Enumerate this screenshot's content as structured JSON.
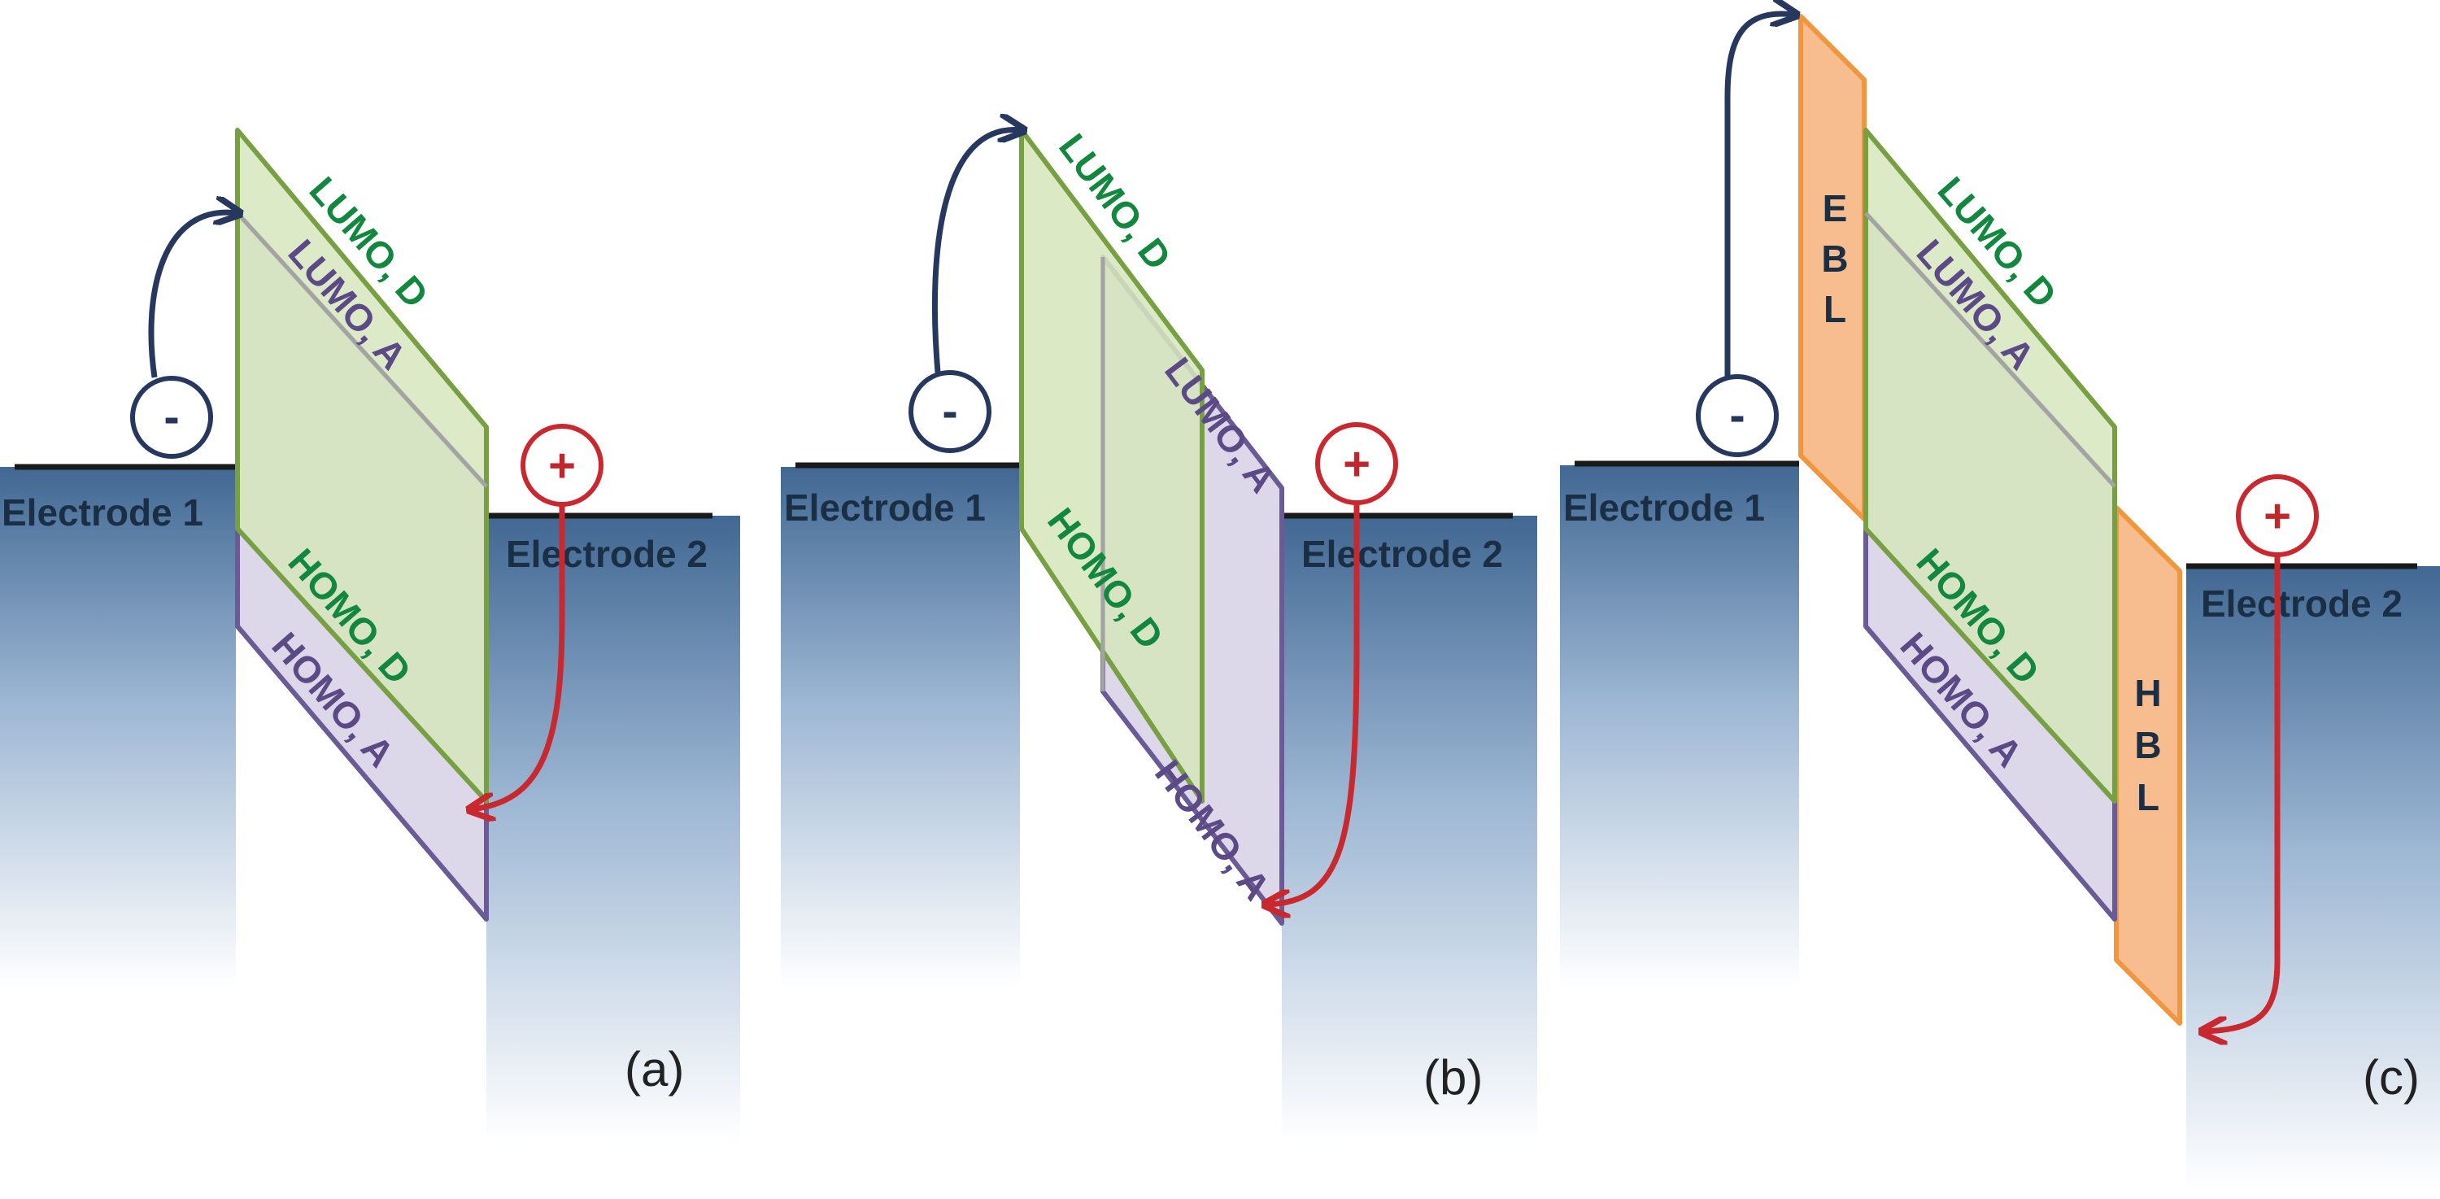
{
  "panels": [
    {
      "id": "a",
      "label": "(a)",
      "electrode1": "Electrode 1",
      "electrode2": "Electrode 2",
      "lumo_d": "LUMO, D",
      "lumo_a": "LUMO, A",
      "homo_d": "HOMO, D",
      "homo_a": "HOMO, A",
      "minus": "-",
      "plus": "+"
    },
    {
      "id": "b",
      "label": "(b)",
      "electrode1": "Electrode 1",
      "electrode2": "Electrode 2",
      "lumo_d": "LUMO, D",
      "lumo_a": "LUMO, A",
      "homo_d": "HOMO, D",
      "homo_a": "HOMO, A",
      "minus": "-",
      "plus": "+"
    },
    {
      "id": "c",
      "label": "(c)",
      "electrode1": "Electrode 1",
      "electrode2": "Electrode 2",
      "lumo_d": "LUMO, D",
      "lumo_a": "LUMO, A",
      "homo_d": "HOMO, D",
      "homo_a": "HOMO, A",
      "minus": "-",
      "plus": "+",
      "ebl": [
        "E",
        "B",
        "L"
      ],
      "hbl": [
        "H",
        "B",
        "L"
      ]
    }
  ],
  "colors": {
    "electrode_top": "#416893",
    "electrode_bottom": "#ffffff",
    "donor_fill": "#d6e6bd",
    "donor_stroke": "#77a043",
    "acceptor_fill": "#ddd7ea",
    "acceptor_stroke": "#6a5a96",
    "blocking_fill": "#f7bd8e",
    "blocking_stroke": "#f0963f",
    "electron_arrow": "#26385e",
    "hole_arrow": "#c9282e",
    "interface_line": "#a3a3a3",
    "contact_bar": "#1a1a1a"
  }
}
